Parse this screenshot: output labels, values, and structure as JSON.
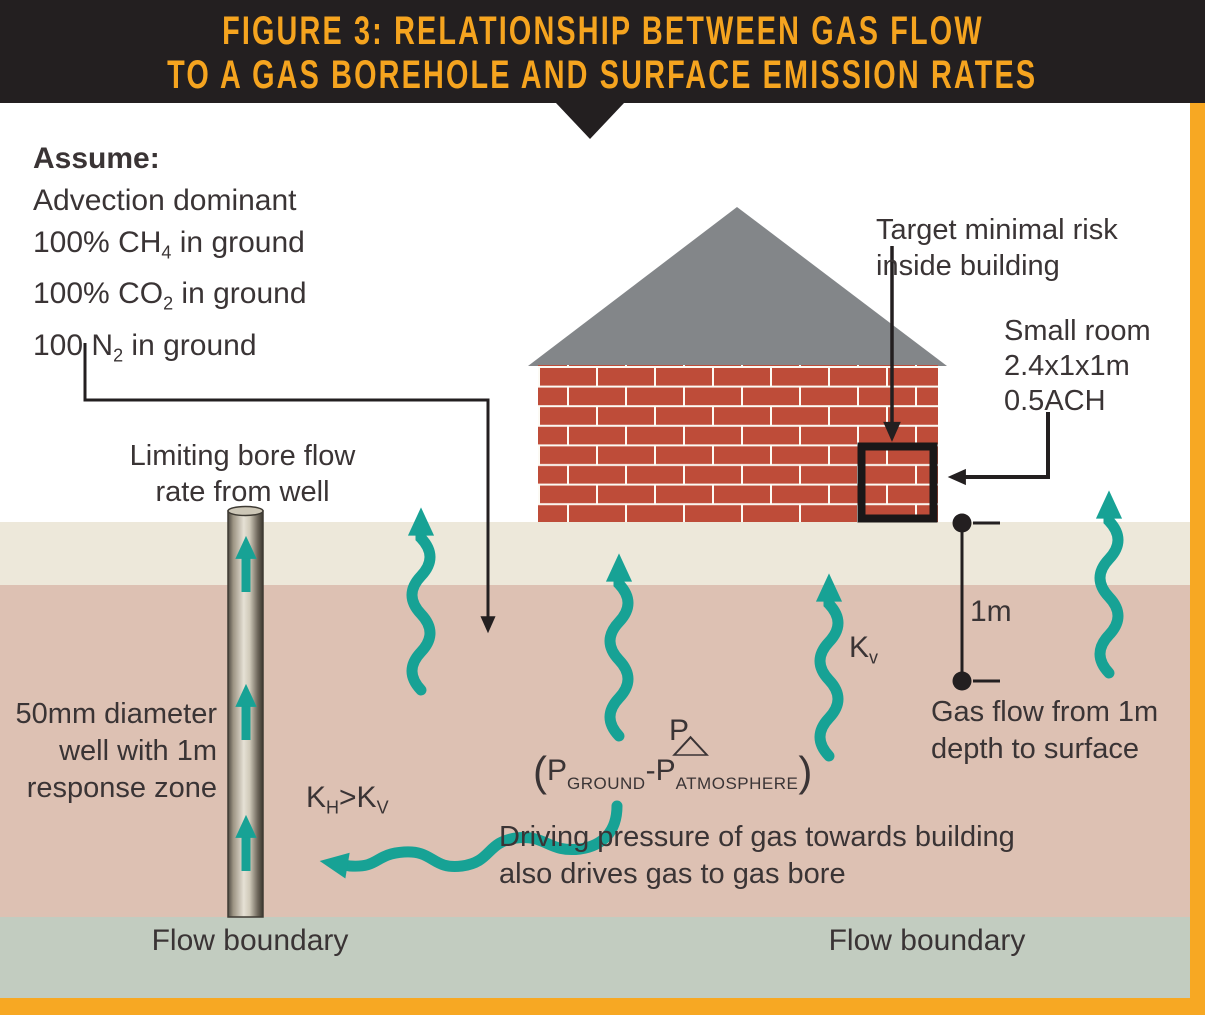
{
  "title": {
    "line1": "FIGURE 3: RELATIONSHIP BETWEEN GAS FLOW",
    "line2": "TO A GAS BOREHOLE AND SURFACE EMISSION RATES"
  },
  "colors": {
    "header_black": "#231F20",
    "title_orange": "#F5A41F",
    "accent_orange": "#F7A823",
    "teal_arrow": "#17A295",
    "brick_red": "#BE4C39",
    "roof_gray": "#838689",
    "surface_beige": "#EDE8DA",
    "ground_pink": "#DDC1B3",
    "boundary_green": "#C2CCC0",
    "text": "#3A3435"
  },
  "assume": {
    "heading": "Assume:",
    "line1": "Advection dominant",
    "ch4": {
      "pre": "100% CH",
      "sub": "4",
      "post": " in ground"
    },
    "co2": {
      "pre": "100% CO",
      "sub": "2",
      "post": " in ground"
    },
    "n2": {
      "pre": "100 N",
      "sub": "2",
      "post": " in ground"
    }
  },
  "labels": {
    "target_line1": "Target minimal risk",
    "target_line2": "inside building",
    "smallroom_line1": "Small room",
    "smallroom_line2": "2.4x1x1m",
    "smallroom_line3": "0.5ACH",
    "limiting_line1": "Limiting bore flow",
    "limiting_line2": "rate from well",
    "well_line1": "50mm diameter",
    "well_line2": "well with 1m",
    "well_line3": "response zone",
    "khkv": {
      "k1": "K",
      "sub1": "H",
      "op": ">",
      "k2": "K",
      "sub2": "V"
    },
    "kv": {
      "k": "K",
      "sub": "v"
    },
    "one_m": "1m",
    "gasflow_line1": "Gas flow from 1m",
    "gasflow_line2": "depth to surface",
    "driving_line1": "Driving pressure of gas towards building",
    "driving_line2": "also drives gas to gas bore",
    "flow_boundary_left": "Flow boundary",
    "flow_boundary_right": "Flow boundary"
  },
  "formula": {
    "dp": "P",
    "open": "(",
    "p1": "P",
    "sub1": "GROUND",
    "minus": "-",
    "p2": "P",
    "triangle": "△",
    "sub2": "ATMOSPHERE",
    "close": ")"
  }
}
